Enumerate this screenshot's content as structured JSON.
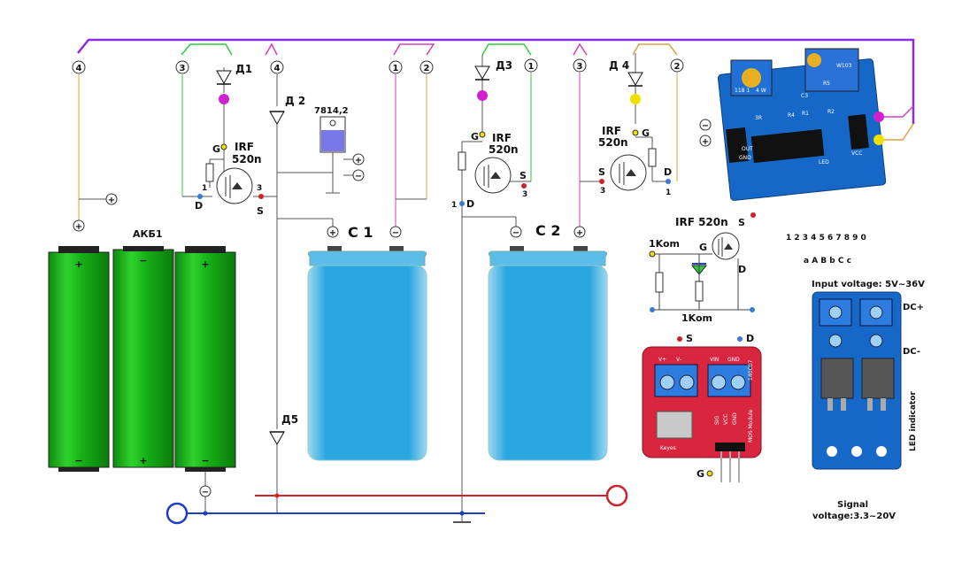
{
  "colors": {
    "bus_purple": "#8a2be2",
    "bus_pink": "#d040c0",
    "wire_green": "#2ecc40",
    "wire_orange": "#e0a040",
    "ground_blue": "#1f3fbf",
    "plus_red": "#d0202a",
    "battery_green": "#16b016",
    "cap_blue": "#2aa6e0",
    "board_blue": "#1668c8",
    "board_red": "#d7263d"
  },
  "labels": {
    "battery": "АКБ1",
    "c1": "С 1",
    "c2": "С 2",
    "d1": "Д1",
    "d2": "Д 2",
    "d3": "Д3",
    "d4": "Д 4",
    "d5": "Д5",
    "regulator": "7814,2",
    "irf_a": "IRF",
    "irf_a2": "520n",
    "irf_b": "IRF",
    "irf_b2": "520n",
    "irf_c": "IRF",
    "irf_c2": "520n",
    "irf_detail": "IRF 520n",
    "res_top": "1Kom",
    "res_bottom": "1Kom",
    "pin_g": "G",
    "pin_s": "S",
    "pin_d": "D",
    "pin_1": "1",
    "pin_3": "3",
    "digits": "1 2 3 4 5 6 7 8 9 0",
    "letters": "a A B b C c",
    "module_input": "Input voltage: 5V~36V",
    "module_dcp": "DC+",
    "module_dcm": "DC-",
    "module_led": "LED indicator",
    "module_signal": "Signal",
    "module_signal2": "voltage:3.3~20V",
    "red_board_vplus": "V+",
    "red_board_vminus": "V-",
    "red_board_vin": "VIN",
    "red_board_gnd": "GND",
    "red_board_keyes": "Keyes",
    "red_board_mos": "MOS Module",
    "red_board_sig": "SIG",
    "red_board_vcc": "VCC",
    "red_board_gnd2": "GND",
    "red_board_code": "140C07",
    "blue_board_code": "W103",
    "blue_board_pot1": "118 1",
    "blue_board_pot2": "4 W",
    "blue_board_ref1": "3R",
    "blue_board_ref2": "R4",
    "blue_board_ref3": "R1",
    "blue_board_ref4": "R2",
    "blue_board_ref5": "C3",
    "blue_board_ref6": "R5",
    "blue_board_out": "OUT",
    "blue_board_gnd": "GND",
    "blue_board_vcc": "VCC",
    "blue_board_led": "LED"
  },
  "connectors": [
    "4",
    "3",
    "4",
    "1",
    "2",
    "1",
    "3",
    "2"
  ],
  "symbols": {
    "plus": "+",
    "minus": "−"
  }
}
